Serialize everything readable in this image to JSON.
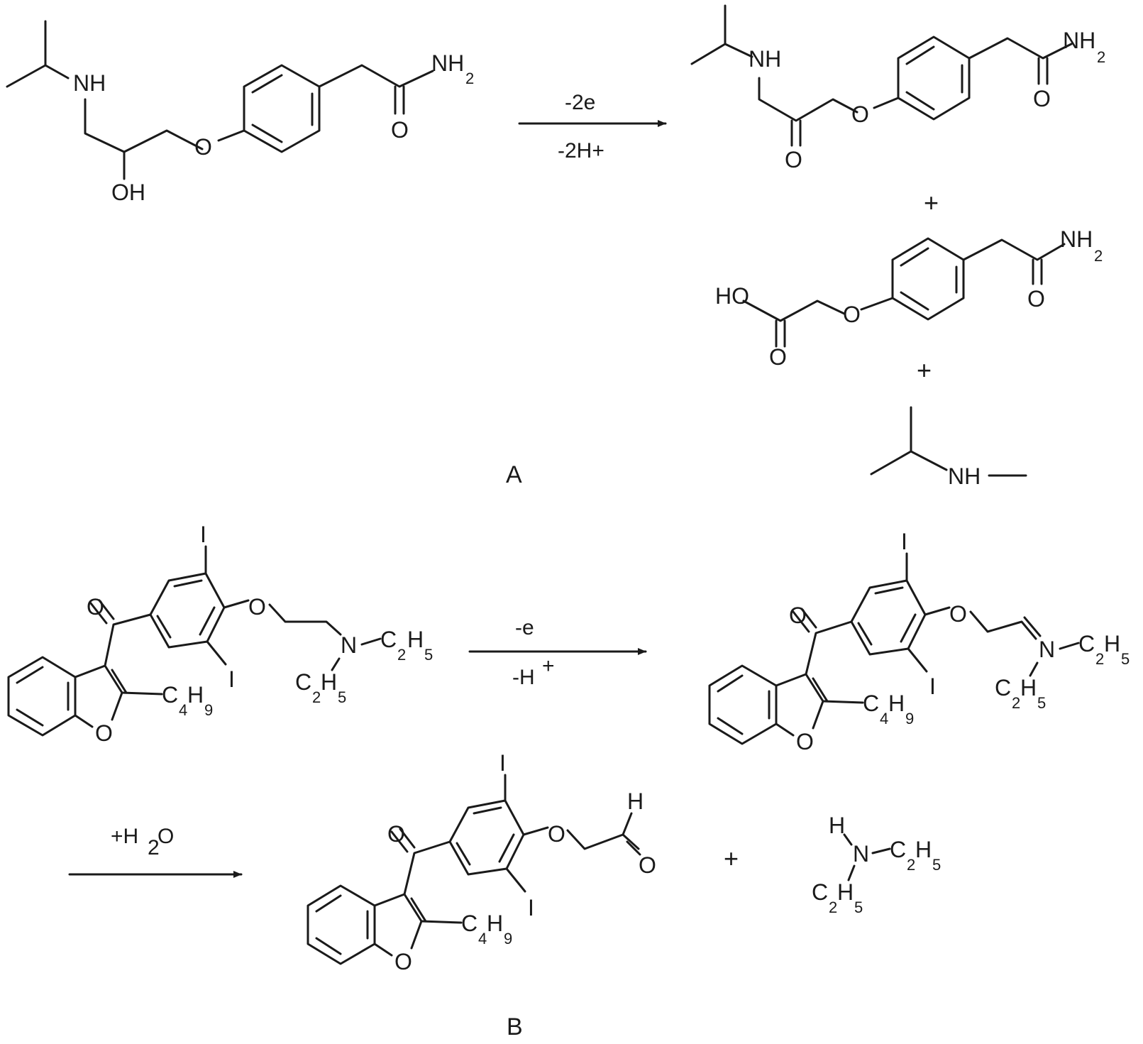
{
  "panel_a": {
    "label": "A",
    "conditions": {
      "electrons": "-2e",
      "protons": "-2H+"
    },
    "plus": "+",
    "reactant": {
      "amine": "NH",
      "hydroxyl": "OH",
      "ether": "O",
      "amide_n": "NH",
      "amide_n_sub": "2",
      "amide_o": "O"
    },
    "product_ketone": {
      "amine": "NH",
      "ketone_o": "O",
      "ether": "O",
      "amide_n": "NH",
      "amide_n_sub": "2",
      "amide_o": "O"
    },
    "product_acid": {
      "hydroxyl": "HO",
      "acid_o": "O",
      "ether": "O",
      "amide_n": "NH",
      "amide_n_sub": "2",
      "amide_o": "O"
    },
    "product_amine": {
      "amine": "NH"
    }
  },
  "panel_b": {
    "label": "B",
    "conditions": {
      "electron": "-e",
      "proton": "-H",
      "proton_sup": "+",
      "water": "+H",
      "water_sub": "2",
      "water_o": "O"
    },
    "plus": "+",
    "reactant": {
      "ketone_o": "O",
      "furan_o": "O",
      "iodine_top": "I",
      "iodine_bottom": "I",
      "ether": "O",
      "amine_n": "N",
      "ethyl_c": "C",
      "ethyl_c_sub": "2",
      "ethyl_h": "H",
      "ethyl_h_sub": "5",
      "butyl_c": "C",
      "butyl_c_sub": "4",
      "butyl_h": "H",
      "butyl_h_sub": "9"
    },
    "iminium": {
      "ketone_o": "O",
      "furan_o": "O",
      "iodine_top": "I",
      "iodine_bottom": "I",
      "ether": "O",
      "amine_n": "N",
      "ethyl_c": "C",
      "ethyl_c_sub": "2",
      "ethyl_h": "H",
      "ethyl_h_sub": "5",
      "butyl_c": "C",
      "butyl_c_sub": "4",
      "butyl_h": "H",
      "butyl_h_sub": "9"
    },
    "aldehyde": {
      "ketone_o": "O",
      "furan_o": "O",
      "iodine_top": "I",
      "iodine_bottom": "I",
      "ether": "O",
      "aldehyde_h": "H",
      "aldehyde_o": "O",
      "butyl_c": "C",
      "butyl_c_sub": "4",
      "butyl_h": "H",
      "butyl_h_sub": "9"
    },
    "diethylamine": {
      "h": "H",
      "n": "N",
      "ethyl_c": "C",
      "ethyl_c_sub": "2",
      "ethyl_h": "H",
      "ethyl_h_sub": "5"
    }
  }
}
